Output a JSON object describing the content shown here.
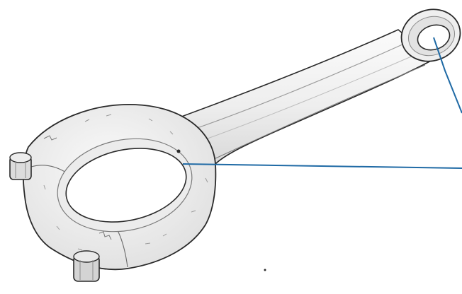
{
  "illustration": {
    "subject": "connecting-rod",
    "style": "engraving",
    "colors": {
      "background": "#ffffff",
      "metal_fill": "#f1f1f1",
      "outline": "#2a2a2a",
      "shade": "#9a9a9a",
      "bolt_fill": "#d9d9d9",
      "leader_line": "#1f6aa5"
    }
  },
  "callouts": [
    {
      "target": "small-end-bore"
    },
    {
      "target": "big-end-bore"
    }
  ]
}
